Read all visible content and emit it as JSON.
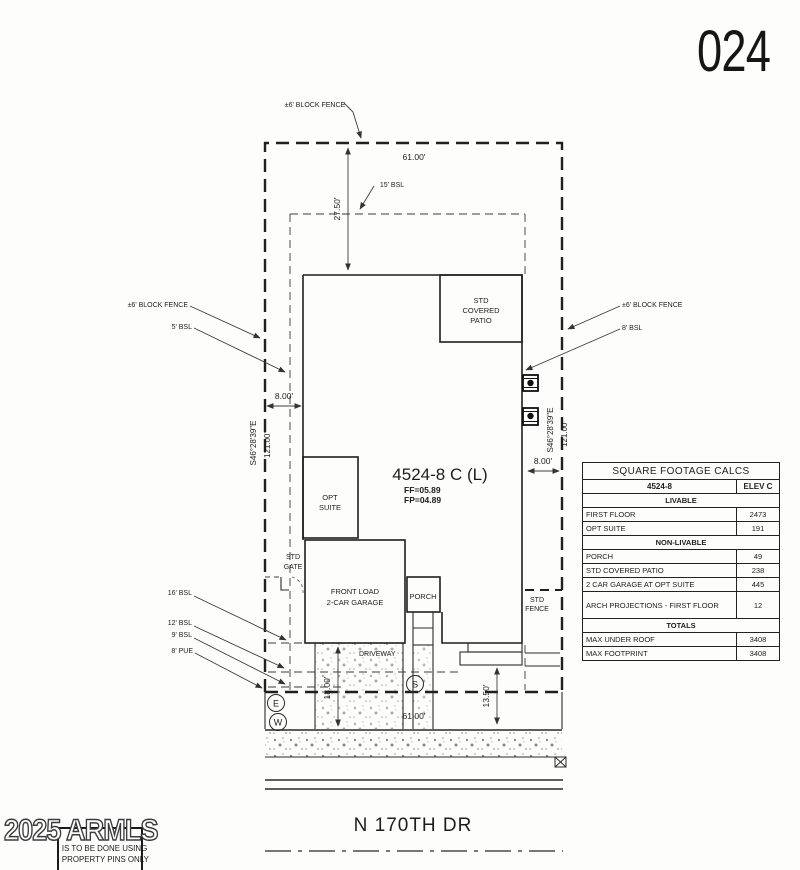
{
  "page": {
    "number": "024"
  },
  "site": {
    "block_fence": "±6' BLOCK FENCE",
    "bsl_15": "15' BSL",
    "bsl_5": "5' BSL",
    "bsl_8": "8' BSL",
    "bsl_16": "16' BSL",
    "bsl_12": "12' BSL",
    "bsl_9": "9' BSL",
    "pue_8": "8' PUE",
    "gate_1": "STD",
    "gate_2": "GATE",
    "fence_1": "STD",
    "fence_2": "FENCE",
    "patio_1": "STD",
    "patio_2": "COVERED",
    "patio_3": "PATIO",
    "opt_1": "OPT",
    "opt_2": "SUITE",
    "garage_1": "FRONT LOAD",
    "garage_2": "2-CAR GARAGE",
    "porch": "PORCH",
    "driveway": "DRIVEWAY",
    "model": "4524-8 C (L)",
    "ff": "FF=05.89",
    "pad": "FP=04.89"
  },
  "dims": {
    "top_width": "61.00'",
    "bottom_width": "61.00'",
    "rear": "27.50'",
    "left_side": "8.00'",
    "right_side": "8.00'",
    "drive": "18.00'",
    "walk": "13.50'",
    "bearing": "S46°28'39\"E",
    "side_len": "121.00'"
  },
  "markers": {
    "e": "E",
    "w": "W",
    "s": "S"
  },
  "street": {
    "name": "N 170TH DR"
  },
  "watermark": {
    "text": "2025 ARMLS"
  },
  "notice": {
    "line1": "IS TO BE DONE USING",
    "line2": "PROPERTY PINS ONLY"
  },
  "table": {
    "title": "SQUARE FOOTAGE CALCS",
    "rows": [
      {
        "label": "4524-8",
        "value": "ELEV C"
      },
      {
        "label": "LIVABLE"
      },
      {
        "label": "FIRST FLOOR",
        "value": "2473"
      },
      {
        "label": "OPT SUITE",
        "value": "191"
      },
      {
        "label": "NON-LIVABLE"
      },
      {
        "label": "PORCH",
        "value": "49"
      },
      {
        "label": "STD COVERED PATIO",
        "value": "238"
      },
      {
        "label": "2 CAR GARAGE AT OPT SUITE",
        "value": "445"
      },
      {
        "label": "ARCH PROJECTIONS - FIRST FLOOR",
        "value": "12"
      },
      {
        "label": "TOTALS"
      },
      {
        "label": "MAX UNDER ROOF",
        "value": "3408"
      },
      {
        "label": "MAX FOOTPRINT",
        "value": "3408"
      }
    ]
  }
}
